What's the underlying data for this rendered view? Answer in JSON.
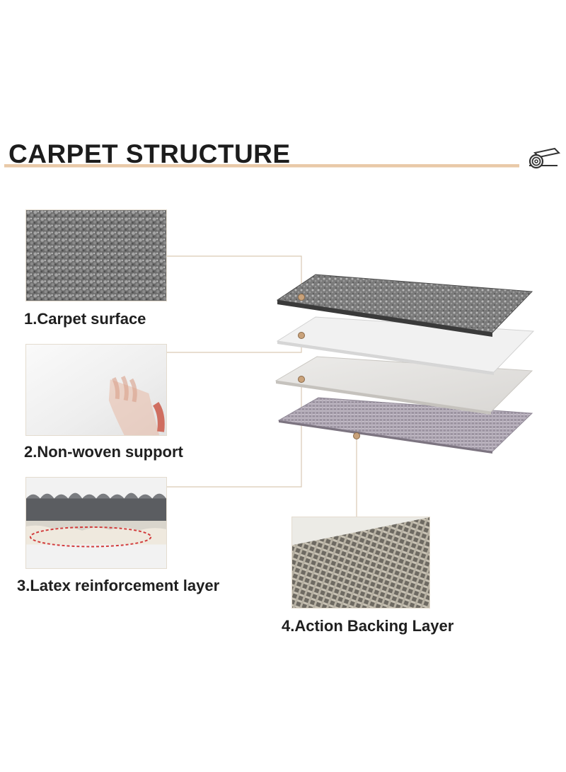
{
  "title": "CARPET STRUCTURE",
  "icons": {
    "header": "carpet-roll-icon"
  },
  "colors": {
    "accent_rule": "#e9c9a8",
    "marker_fill": "#c9a27a",
    "leader_line": "#d9c9b3",
    "title_text": "#1c1c1c"
  },
  "layers": [
    {
      "label": "1.Carpet surface"
    },
    {
      "label": "2.Non-woven support"
    },
    {
      "label": "3.Latex reinforcement layer"
    },
    {
      "label": "4.Action Backing Layer"
    }
  ]
}
